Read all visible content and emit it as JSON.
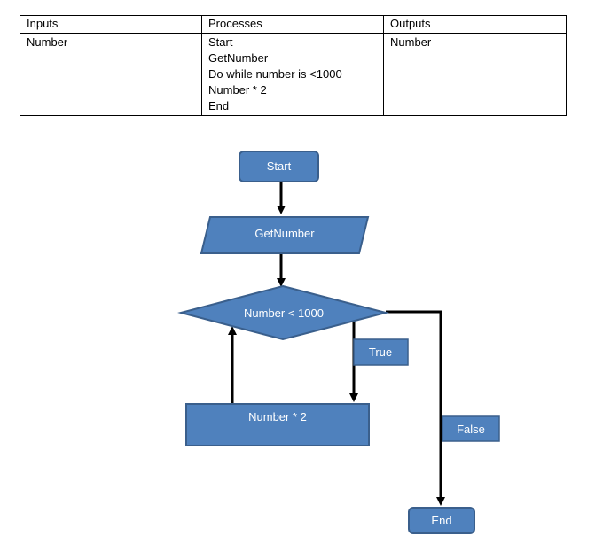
{
  "ipo_table": {
    "headers": {
      "inputs": "Inputs",
      "processes": "Processes",
      "outputs": "Outputs"
    },
    "inputs": "Number",
    "processes": [
      "Start",
      "GetNumber",
      "Do while number is <1000",
      "Number * 2",
      "End"
    ],
    "outputs": "Number"
  },
  "flowchart": {
    "start": "Start",
    "input": "GetNumber",
    "decision": "Number < 1000",
    "process": "Number * 2",
    "true_label": "True",
    "false_label": "False",
    "end": "End"
  },
  "colors": {
    "node_fill": "#4F81BD",
    "node_stroke": "#3A5F8C",
    "arrow": "#000000",
    "node_text": "#FFFFFF"
  }
}
